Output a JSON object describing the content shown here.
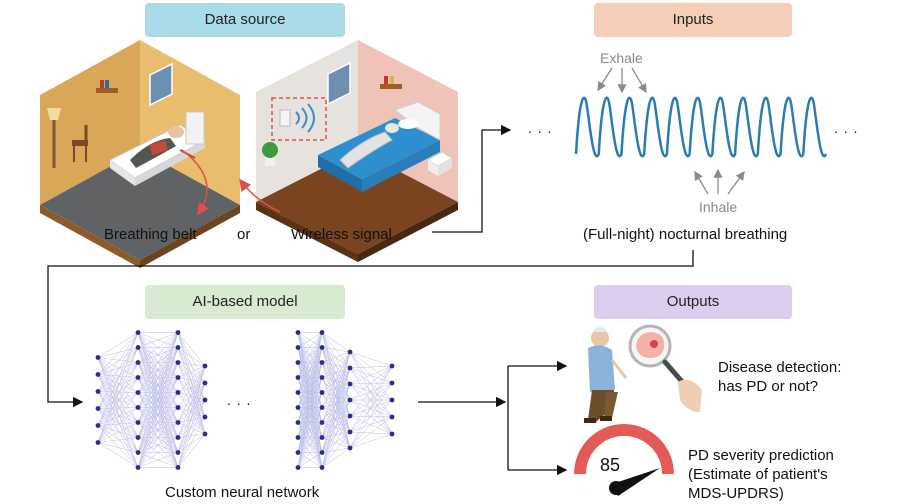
{
  "headers": {
    "data_source": "Data source",
    "inputs": "Inputs",
    "model": "AI-based model",
    "outputs": "Outputs"
  },
  "data_source": {
    "left_label": "Breathing belt",
    "or": "or",
    "right_label": "Wireless signal"
  },
  "inputs": {
    "exhale": "Exhale",
    "inhale": "Inhale",
    "caption": "(Full-night) nocturnal breathing",
    "ellipsis_left": ". . .",
    "ellipsis_right": ". . ."
  },
  "model": {
    "caption": "Custom neural network",
    "ellipsis": ". . ."
  },
  "outputs": {
    "detection_line1": "Disease detection:",
    "detection_line2": "has PD or not?",
    "severity_line1": "PD severity prediction",
    "severity_line2": "(Estimate of patient's",
    "severity_line3": "MDS-UPDRS)",
    "gauge_value": "85"
  },
  "colors": {
    "data_source": "#a9dce8",
    "inputs": "#f6cdb6",
    "model": "#d6ebcf",
    "outputs": "#dccdee",
    "wave": "#2a7db1",
    "arrow_red": "#e0504a"
  }
}
